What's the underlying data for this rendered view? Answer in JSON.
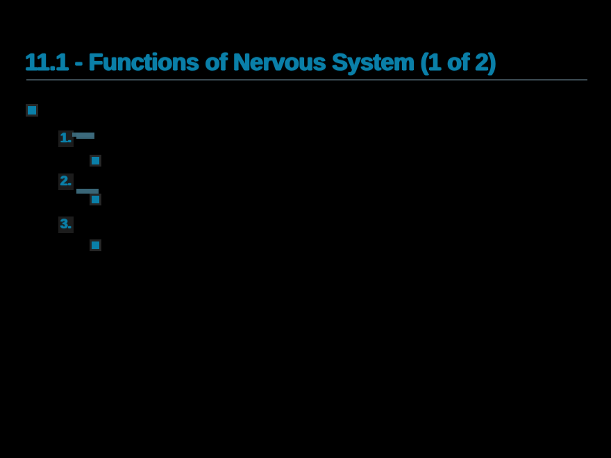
{
  "slide": {
    "background_color": "#000000",
    "accent_color": "#0a7fa8",
    "rule_color": "#3b4a52",
    "redaction_color": "#3c6a7c",
    "title": "11.1 - Functions of Nervous System (1 of 2)"
  },
  "outline": {
    "level1_bullet_glyph": "■",
    "items": [
      {
        "marker": "",
        "level": 1,
        "text": "",
        "bullet_glyph": "■"
      },
      {
        "marker": "1.",
        "level": 2,
        "text": "",
        "bullet_glyph": ""
      },
      {
        "marker": "",
        "level": 3,
        "text": "",
        "bullet_glyph": "■"
      },
      {
        "marker": "2.",
        "level": 2,
        "text": "",
        "bullet_glyph": ""
      },
      {
        "marker": "",
        "level": 3,
        "text": "",
        "bullet_glyph": "■"
      },
      {
        "marker": "3.",
        "level": 2,
        "text": "",
        "bullet_glyph": ""
      },
      {
        "marker": "",
        "level": 3,
        "text": "",
        "bullet_glyph": "■"
      }
    ]
  }
}
